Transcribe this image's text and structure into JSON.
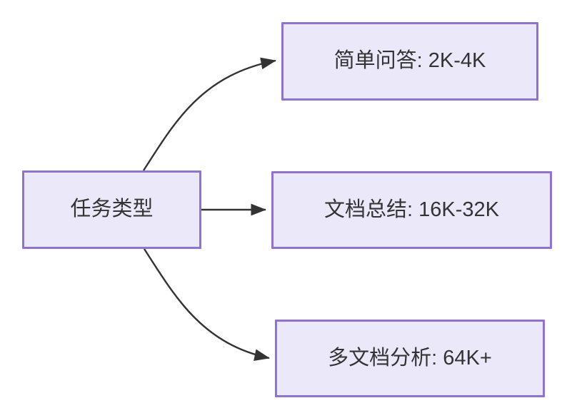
{
  "diagram": {
    "type": "flowchart",
    "direction": "left-to-right",
    "background_color": "#ffffff",
    "node_fill_color": "#ebe8f9",
    "node_border_color": "#9072d4",
    "node_text_color": "#333333",
    "edge_color": "#333333",
    "nodes": [
      {
        "id": "root",
        "label": "任务类型"
      },
      {
        "id": "simple_qa",
        "label": "简单问答: 2K-4K"
      },
      {
        "id": "doc_sum",
        "label": "文档总结: 16K-32K"
      },
      {
        "id": "multi_doc",
        "label": "多文档分析: 64K+"
      }
    ],
    "edges": [
      {
        "from": "root",
        "to": "simple_qa",
        "label": "",
        "style": "curved-arrow"
      },
      {
        "from": "root",
        "to": "doc_sum",
        "label": "",
        "style": "straight-arrow"
      },
      {
        "from": "root",
        "to": "multi_doc",
        "label": "",
        "style": "curved-arrow"
      }
    ]
  }
}
